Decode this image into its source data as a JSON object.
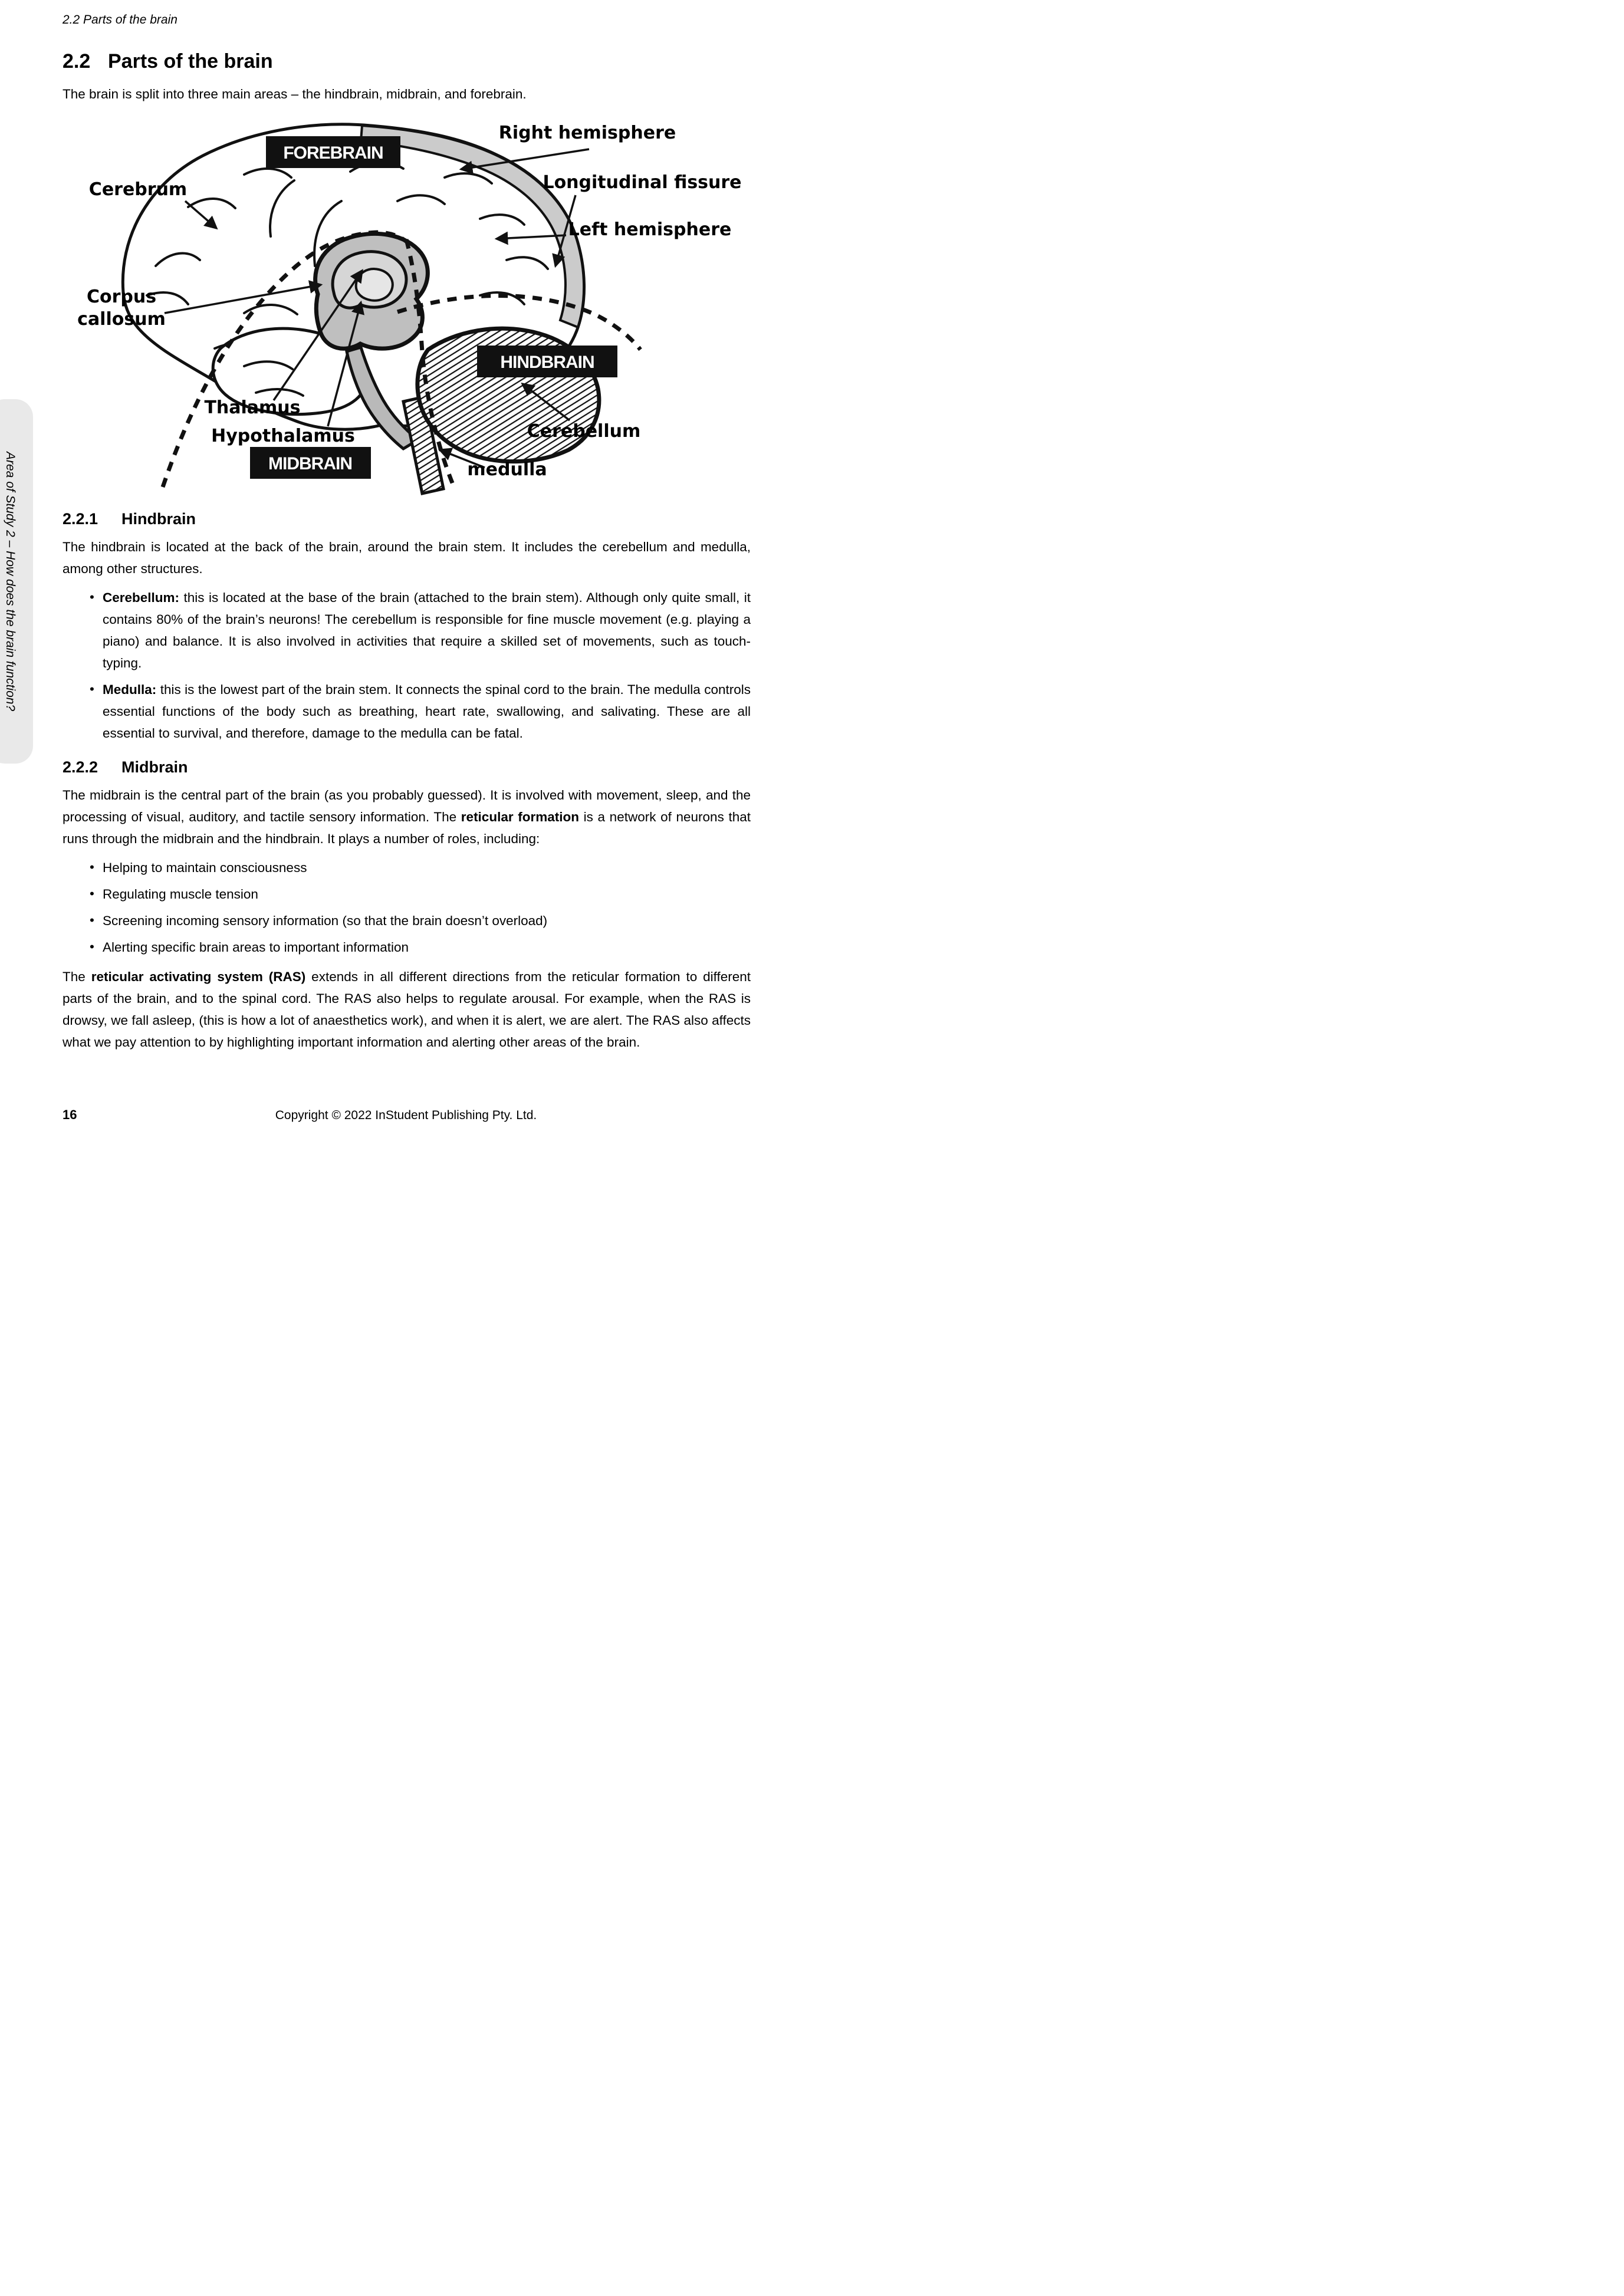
{
  "page": {
    "running_header": "2.2 Parts of the brain",
    "sidebar_text": "Area of Study 2 – How does the brain function?",
    "footer_page_number": "16",
    "footer_copyright": "Copyright © 2022 InStudent Publishing Pty. Ltd."
  },
  "title": {
    "number": "2.2",
    "text": "Parts of the brain"
  },
  "intro": "The brain is split into three main areas – the hindbrain, midbrain, and forebrain.",
  "diagram": {
    "boxes": {
      "forebrain": "FOREBRAIN",
      "hindbrain": "HINDBRAIN",
      "midbrain": "MIDBRAIN"
    },
    "labels": {
      "right_hemisphere": "Right hemisphere",
      "longitudinal_fissure": "Longitudinal fissure",
      "left_hemisphere": "Left hemisphere",
      "cerebrum": "Cerebrum",
      "corpus_line1": "Corpus",
      "corpus_line2": "callosum",
      "thalamus": "Thalamus",
      "hypothalamus": "Hypothalamus",
      "cerebellum": "Cerebellum",
      "medulla": "medulla"
    }
  },
  "hindbrain": {
    "heading_number": "2.2.1",
    "heading": "Hindbrain",
    "para": "The hindbrain is located at the back of the brain, around the brain stem. It includes the cerebellum and medulla, among other structures.",
    "bullets": [
      {
        "bold": "Cerebellum:",
        "text": " this is located at the base of the brain (attached to the brain stem). Although only quite small, it contains 80% of the brain’s neurons! The cerebellum is responsible for fine muscle movement (e.g. playing a piano) and balance. It is also involved in activities that require a skilled set of movements, such as touch-typing."
      },
      {
        "bold": "Medulla:",
        "text": " this is the lowest part of the brain stem. It connects the spinal cord to the brain. The medulla controls essential functions of the body such as breathing, heart rate, swallowing, and salivating. These are all essential to survival, and therefore, damage to the medulla can be fatal."
      }
    ]
  },
  "midbrain": {
    "heading_number": "2.2.2",
    "heading": "Midbrain",
    "para_pre": "The midbrain is the central part of the brain (as you probably guessed). It is involved with movement, sleep, and the processing of visual, auditory, and tactile sensory information. The ",
    "para_bold": "reticular formation",
    "para_post": " is a network of neurons that runs through the midbrain and the hindbrain. It plays a number of roles, including:",
    "bullets": [
      "Helping to maintain consciousness",
      "Regulating muscle tension",
      "Screening incoming sensory information (so that the brain doesn’t overload)",
      "Alerting specific brain areas to important information"
    ],
    "ras_pre": "The ",
    "ras_bold": "reticular activating system (RAS)",
    "ras_post": " extends in all different directions from the reticular formation to different parts of the brain, and to the spinal cord. The RAS also helps to regulate arousal. For example, when the RAS is drowsy, we fall asleep, (this is how a lot of anaesthetics work), and when it is alert, we are alert. The RAS also affects what we pay attention to by highlighting important information and alerting other areas of the brain."
  }
}
